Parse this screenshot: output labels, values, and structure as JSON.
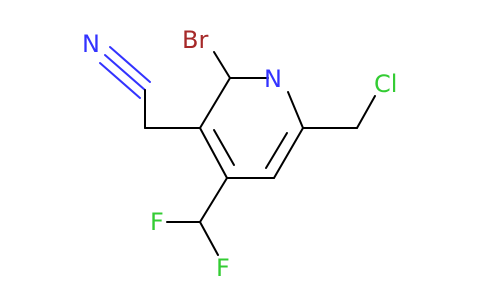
{
  "molecule": {
    "atoms": {
      "nitrile_n": "N",
      "bromine": "Br",
      "ring_n": "N",
      "chlorine": "Cl",
      "fluorine_1": "F",
      "fluorine_2": "F"
    },
    "colors": {
      "bond": "#000000",
      "nitrogen": "#3333ff",
      "bromine": "#a62929",
      "chlorine": "#33cc33",
      "fluorine": "#33cc33"
    }
  }
}
